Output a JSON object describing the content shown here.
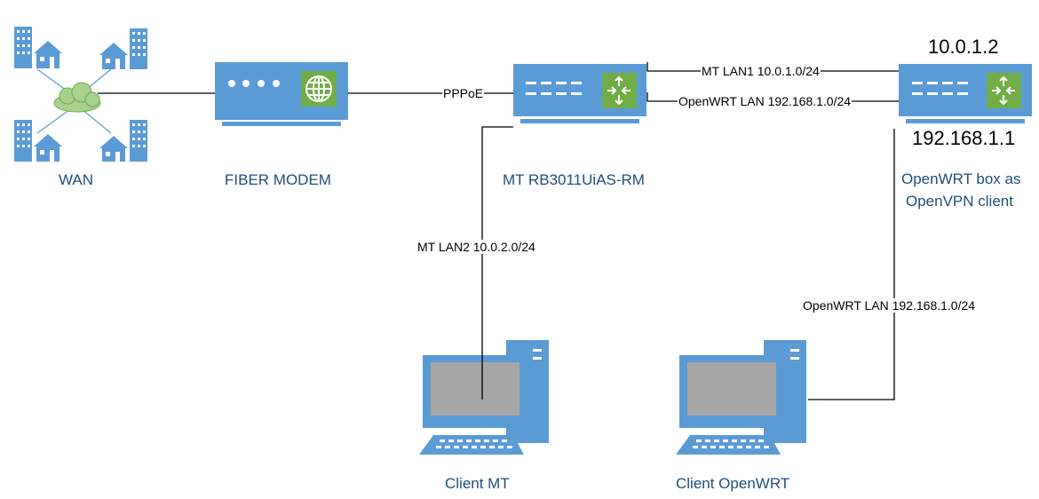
{
  "devices": {
    "wan": "WAN",
    "fiber_modem": "FIBER MODEM",
    "mikrotik": "MT RB3011UiAS-RM",
    "openwrt_line1": "OpenWRT box as",
    "openwrt_line2": "OpenVPN client",
    "client_mt": "Client MT",
    "client_openwrt": "Client OpenWRT"
  },
  "connections": {
    "pppoe": "PPPoE",
    "mt_lan1": "MT LAN1 10.0.1.0/24",
    "openwrt_lan_top": "OpenWRT LAN 192.168.1.0/24",
    "mt_lan2": "MT LAN2 10.0.2.0/24",
    "openwrt_lan_bottom": "OpenWRT LAN 192.168.1.0/24"
  },
  "ips": {
    "openwrt_wan": "10.0.1.2",
    "openwrt_lan": "192.168.1.1"
  },
  "colors": {
    "device_blue": "#5b9bd5",
    "device_dark": "#2e74b5",
    "accent_green": "#70ad47",
    "cloud_green": "#a9d18e",
    "screen_gray": "#a6a6a6",
    "label_blue": "#1f4e79"
  }
}
